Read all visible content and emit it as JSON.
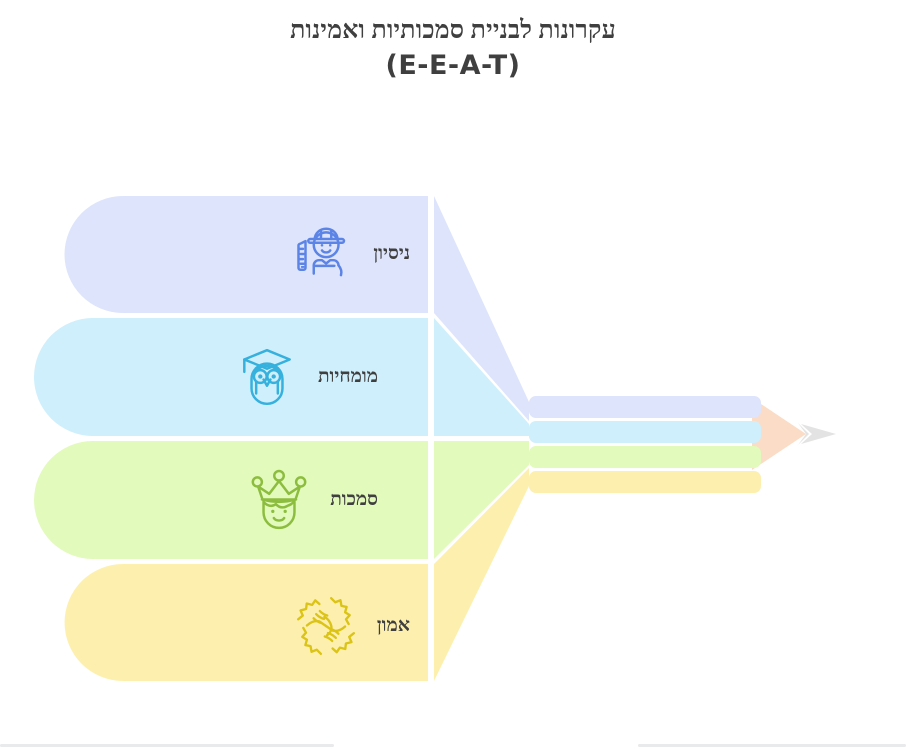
{
  "title": {
    "line1": "עקרונות לבניית סמכותיות ואמינות",
    "line2": "(E-E-A-T)"
  },
  "diagram": {
    "type": "pencil-funnel",
    "direction": "rtl",
    "items": [
      {
        "id": "experience",
        "label": "ניסיון",
        "icon": "worker-helmet-icon",
        "fill": "#dde4fb",
        "stripe": "#dde4fb",
        "icon_color": "#5b84e6"
      },
      {
        "id": "expertise",
        "label": "מומחיות",
        "icon": "owl-graduation-icon",
        "fill": "#cfeffc",
        "stripe": "#cfeffc",
        "icon_color": "#36b0dd"
      },
      {
        "id": "authoritativeness",
        "label": "סמכות",
        "icon": "king-crown-icon",
        "fill": "#e2fabb",
        "stripe": "#e2fabb",
        "icon_color": "#8cbd3f"
      },
      {
        "id": "trustworthiness",
        "label": "אמון",
        "icon": "handshake-icon",
        "fill": "#fdf0ae",
        "stripe": "#fdf0ae",
        "icon_color": "#dbc417"
      }
    ],
    "pencil": {
      "wood_color": "#fbdcc6",
      "graphite_color": "#e3e3e3"
    },
    "background": "#ffffff"
  }
}
